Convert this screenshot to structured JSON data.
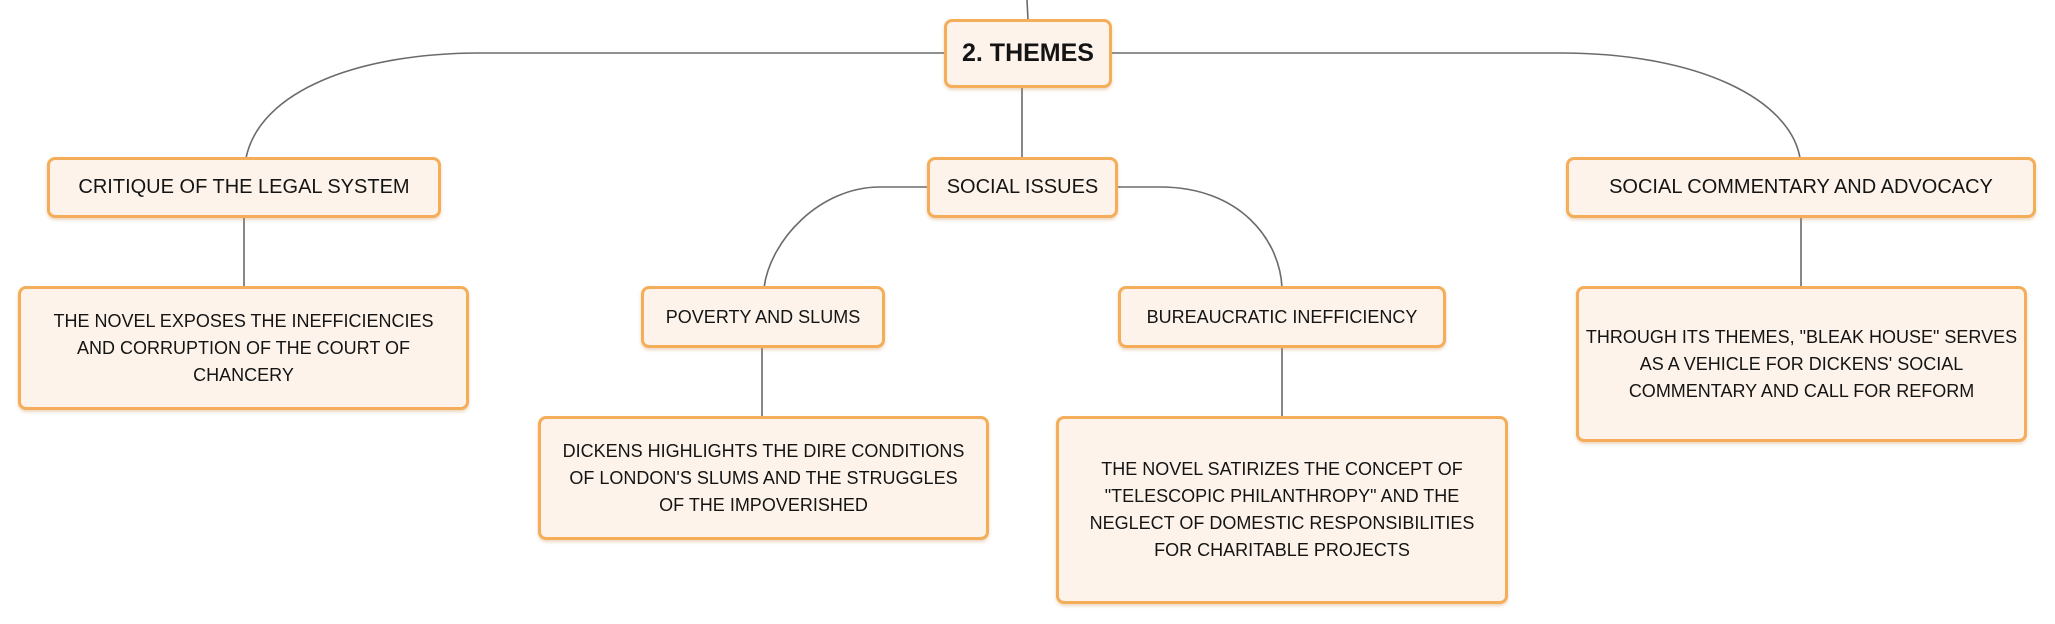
{
  "diagram": {
    "root": {
      "label": "2. THEMES"
    },
    "branches": [
      {
        "label": "CRITIQUE OF THE LEGAL SYSTEM",
        "detail": "THE NOVEL EXPOSES THE INEFFICIENCIES AND CORRUPTION OF THE COURT OF CHANCERY"
      },
      {
        "label": "SOCIAL ISSUES",
        "children": [
          {
            "label": "POVERTY AND SLUMS",
            "detail": "DICKENS HIGHLIGHTS THE DIRE CONDITIONS OF LONDON'S SLUMS AND THE STRUGGLES OF THE IMPOVERISHED"
          },
          {
            "label": "BUREAUCRATIC INEFFICIENCY",
            "detail": "THE NOVEL SATIRIZES THE CONCEPT OF \"TELESCOPIC PHILANTHROPY\" AND THE NEGLECT OF DOMESTIC RESPONSIBILITIES FOR CHARITABLE PROJECTS"
          }
        ]
      },
      {
        "label": "SOCIAL COMMENTARY AND ADVOCACY",
        "detail": "THROUGH ITS THEMES, \"BLEAK HOUSE\" SERVES AS A VEHICLE FOR DICKENS' SOCIAL COMMENTARY AND CALL FOR REFORM"
      }
    ]
  },
  "colors": {
    "node_fill": "#fdf3ea",
    "node_border": "#f4ad58",
    "connector": "#6b6b6b"
  }
}
